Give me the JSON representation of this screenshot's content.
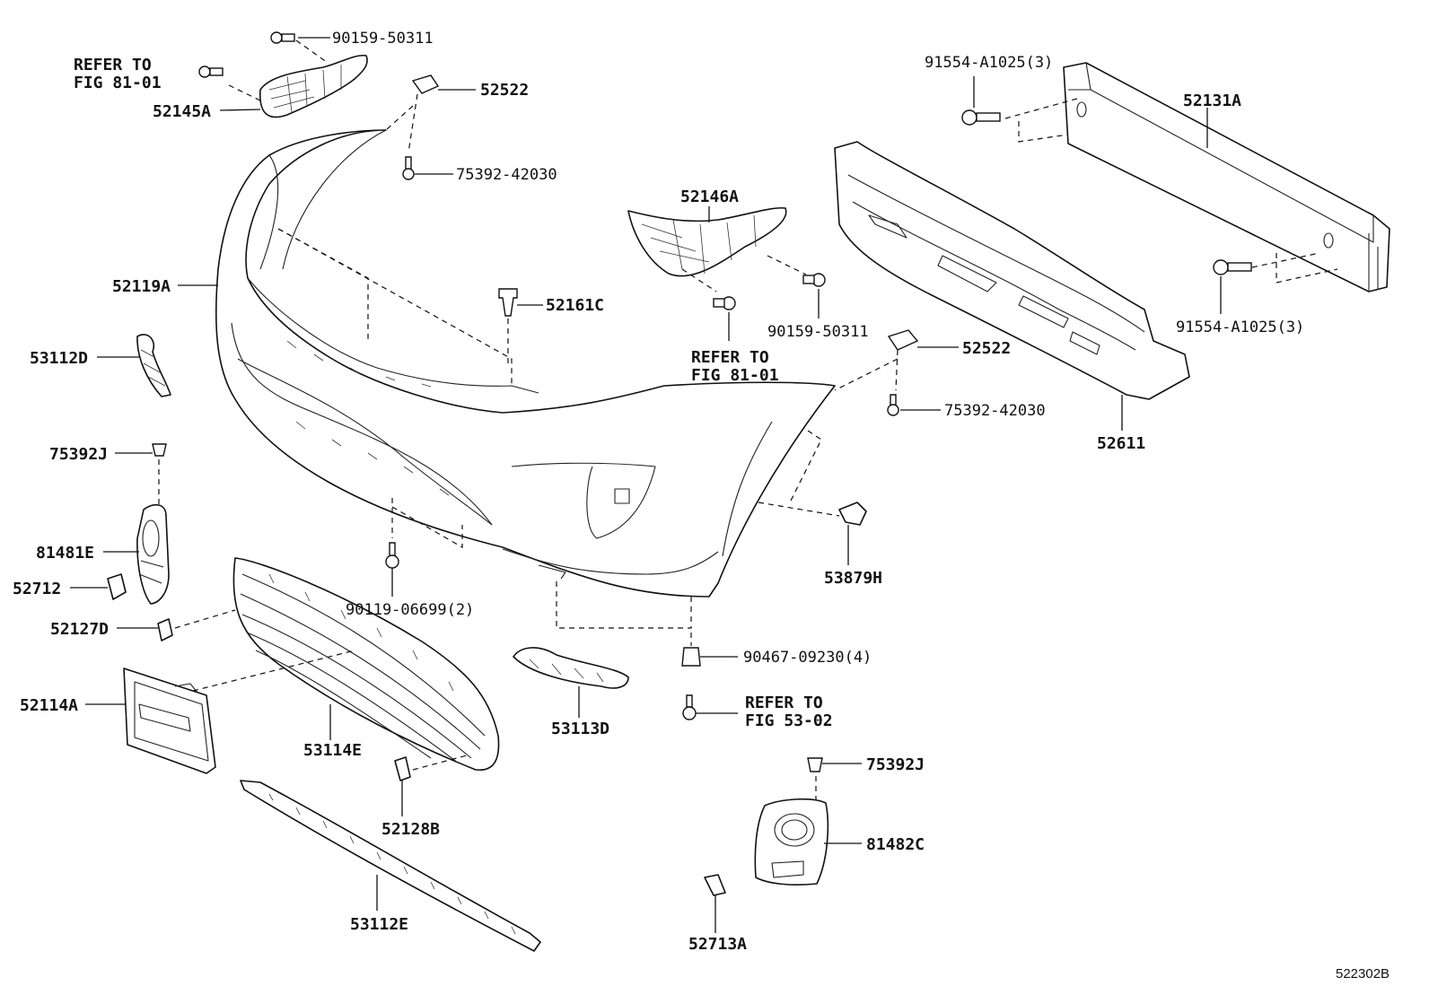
{
  "labels": {
    "p90159_50311_top": "90159-50311",
    "refer_81_01_left_a": "REFER TO",
    "refer_81_01_left_b": "FIG 81-01",
    "p52145A": "52145A",
    "p52522_top": "52522",
    "p75392_42030_top": "75392-42030",
    "p91554_A1025_top": "91554-A1025(3)",
    "p52131A": "52131A",
    "p52146A": "52146A",
    "p52119A": "52119A",
    "p52161C": "52161C",
    "p90159_50311_mid": "90159-50311",
    "refer_81_01_mid_a": "REFER TO",
    "refer_81_01_mid_b": "FIG 81-01",
    "p52522_mid": "52522",
    "p91554_A1025_bottom": "91554-A1025(3)",
    "p75392_42030_mid": "75392-42030",
    "p52611": "52611",
    "p53112D": "53112D",
    "p75392J_left": "75392J",
    "p81481E": "81481E",
    "p52712": "52712",
    "p52127D": "52127D",
    "p90119_06699": "90119-06699(2)",
    "p53879H": "53879H",
    "p90467_09230": "90467-09230(4)",
    "refer_53_02_a": "REFER TO",
    "refer_53_02_b": "FIG 53-02",
    "p52114A": "52114A",
    "p53114E": "53114E",
    "p53113D": "53113D",
    "p75392J_right": "75392J",
    "p81482C": "81482C",
    "p52128B": "52128B",
    "p53112E": "53112E",
    "p52713A": "52713A",
    "figure_code": "522302B"
  }
}
